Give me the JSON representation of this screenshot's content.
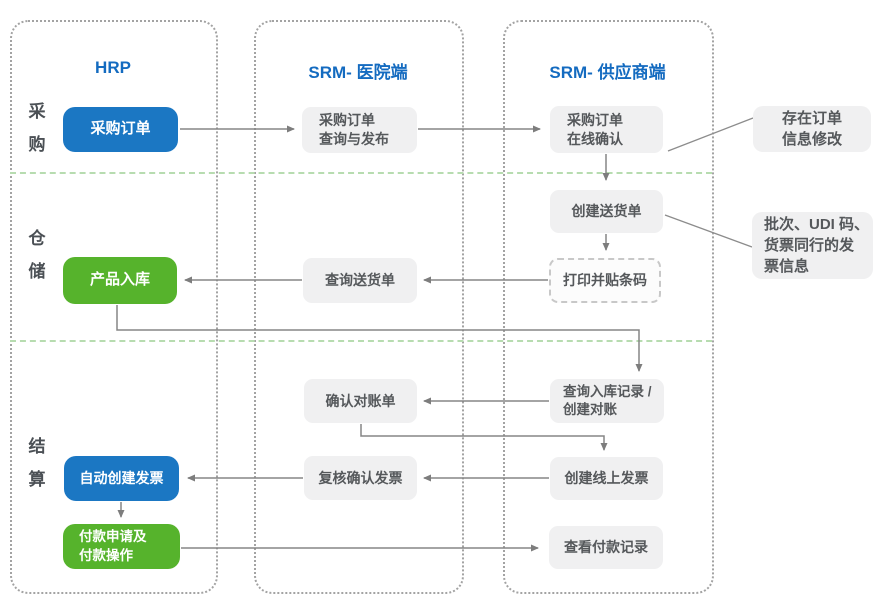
{
  "colors": {
    "accent_blue": "#1b77c3",
    "accent_green": "#56b32c",
    "header_blue": "#146bc0",
    "gray_box_bg": "#f0f0f1",
    "gray_box_text": "#55585b",
    "separator_green": "#b7dcb0",
    "arrow_gray": "#808080"
  },
  "row_labels": [
    {
      "label": "采购"
    },
    {
      "label": "仓储"
    },
    {
      "label": "结算"
    }
  ],
  "columns": [
    {
      "title": "HRP",
      "boxes": [
        {
          "label": "采购订单"
        },
        {
          "label": "产品入库"
        },
        {
          "label": "自动创建发票"
        },
        {
          "label": "付款申请及\n付款操作"
        }
      ]
    },
    {
      "title": "SRM- 医院端",
      "boxes": [
        {
          "label": "采购订单\n查询与发布"
        },
        {
          "label": "查询送货单"
        },
        {
          "label": "确认对账单"
        },
        {
          "label": "复核确认发票"
        }
      ]
    },
    {
      "title": "SRM- 供应商端",
      "boxes": [
        {
          "label": "采购订单\n在线确认"
        },
        {
          "label": "创建送货单"
        },
        {
          "label": "打印并贴条码"
        },
        {
          "label": "查询入库记录 /\n创建对账"
        },
        {
          "label": "创建线上发票"
        },
        {
          "label": "查看付款记录"
        }
      ]
    }
  ],
  "annotations": [
    {
      "label": "存在订单\n信息修改"
    },
    {
      "label": "批次、UDI 码、\n货票同行的发\n票信息"
    }
  ]
}
